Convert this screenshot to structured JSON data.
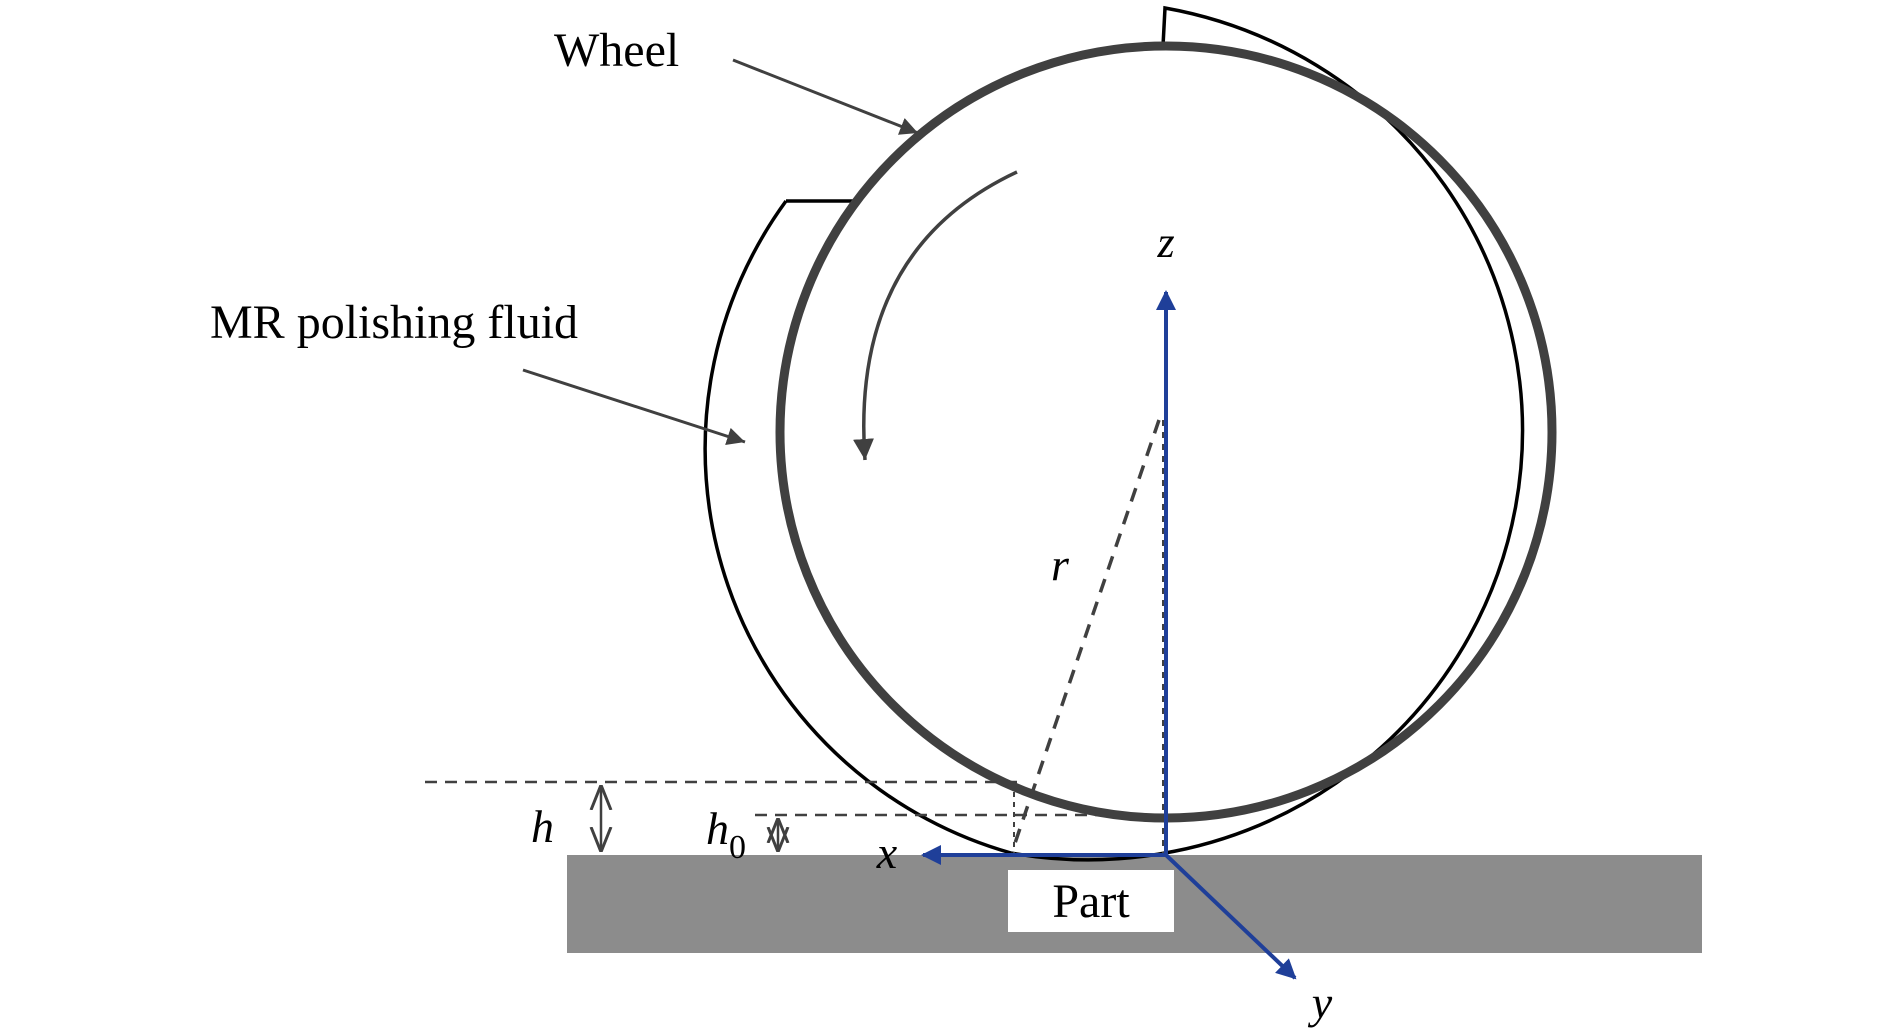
{
  "labels": {
    "wheel": "Wheel",
    "fluid": "MR polishing fluid",
    "part": "Part",
    "r": "r",
    "z": "z",
    "x": "x",
    "y": "y",
    "h": "h",
    "h0_base": "h",
    "h0_sub": "0"
  },
  "colors": {
    "background": "#ffffff",
    "wheel_stroke": "#404040",
    "fluid_stroke": "#000000",
    "part_fill": "#8c8c8c",
    "axis": "#1f3f99",
    "annotation": "#404040"
  },
  "icons": {
    "rotation": "counterclockwise-arrow-icon"
  }
}
